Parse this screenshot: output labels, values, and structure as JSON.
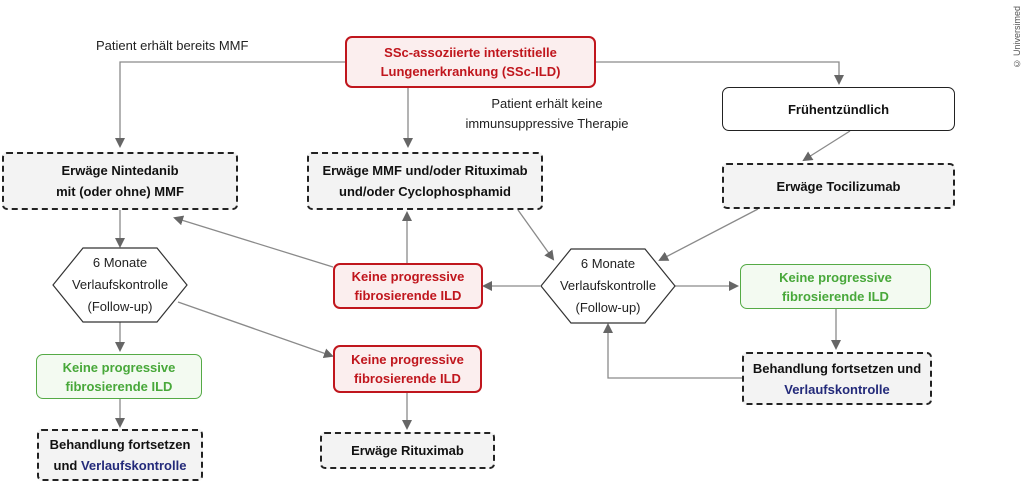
{
  "copyright": "© Universimed",
  "root": {
    "line1": "SSc-assoziierte interstitielle",
    "line2": "Lungenerkrankung (SSc-ILD)"
  },
  "labels": {
    "mmf_already": "Patient erhält bereits MMF",
    "no_immuno_line1": "Patient erhält keine",
    "no_immuno_line2": "immunsuppressive Therapie"
  },
  "nodes": {
    "nintedanib": {
      "line1": "Erwäge Nintedanib",
      "line2": "mit (oder ohne) MMF"
    },
    "mmf_rtx_cyc": {
      "line1": "Erwäge MMF und/oder Rituximab",
      "line2": "und/oder Cyclophosphamid"
    },
    "early_inflammatory": {
      "line1": "Frühentzündlich"
    },
    "tocilizumab": {
      "line1": "Erwäge Tocilizumab"
    },
    "followup_left": {
      "line1": "6 Monate",
      "line2": "Verlaufskontrolle",
      "line3": "(Follow-up)"
    },
    "followup_right": {
      "line1": "6 Monate",
      "line2": "Verlaufskontrolle",
      "line3": "(Follow-up)"
    },
    "no_prog_red_mid": {
      "line1": "Keine progressive",
      "line2": "fibrosierende ILD"
    },
    "no_prog_red_low": {
      "line1": "Keine progressive",
      "line2": "fibrosierende ILD"
    },
    "no_prog_green_left": {
      "line1": "Keine progressive",
      "line2": "fibrosierende ILD"
    },
    "no_prog_green_right": {
      "line1": "Keine progressive",
      "line2": "fibrosierende ILD"
    },
    "rituximab": {
      "line1": "Erwäge Rituximab"
    },
    "continue_left": {
      "line1": "Behandlung fortsetzen",
      "line2_prefix": "und ",
      "line2_highlight": "Verlaufskontrolle"
    },
    "continue_right": {
      "line1": "Behandlung fortsetzen und",
      "line2_highlight": "Verlaufskontrolle"
    }
  },
  "colors": {
    "red": "#c0161d",
    "green": "#48a83a",
    "blue": "#232a7a",
    "arrow": "#777777"
  }
}
